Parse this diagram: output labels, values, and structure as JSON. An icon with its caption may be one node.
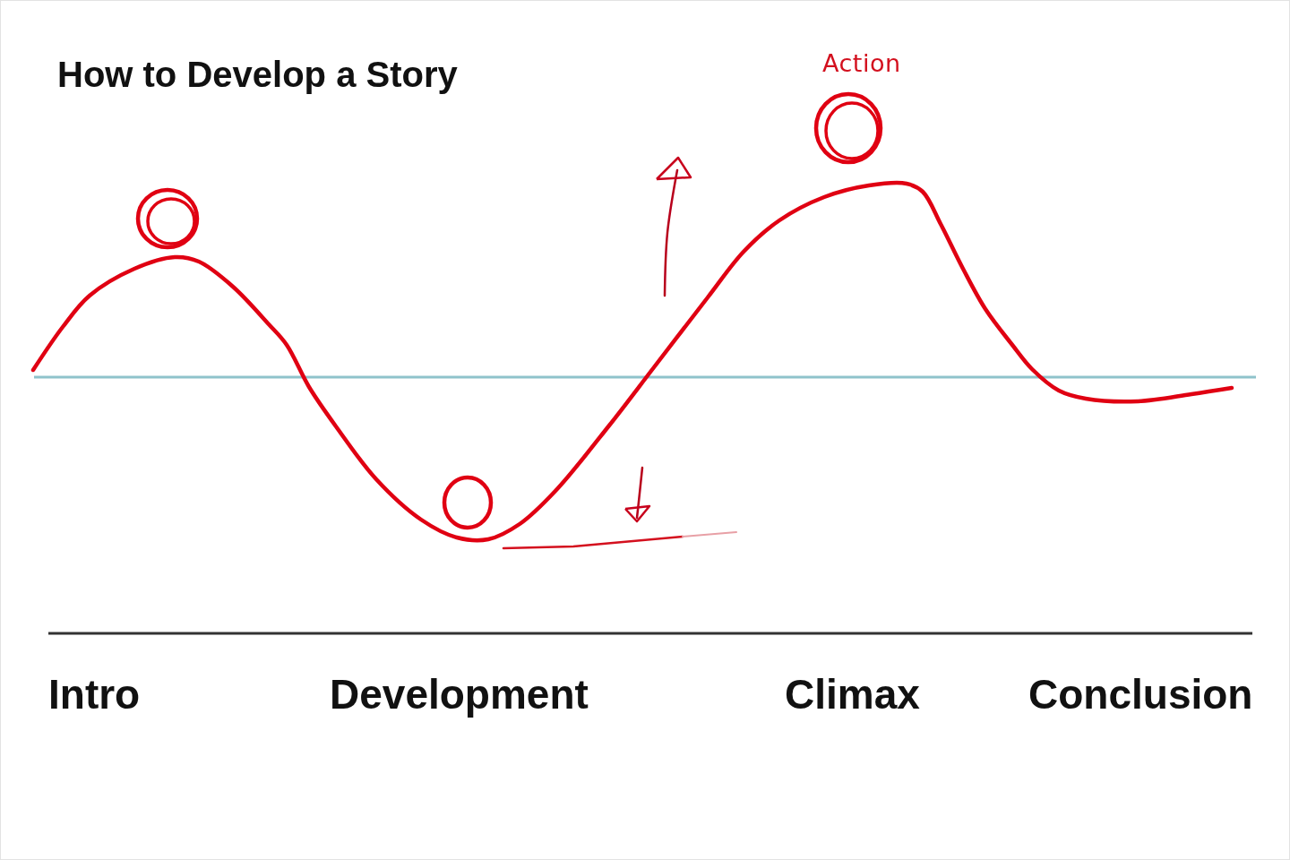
{
  "diagram": {
    "title": "How to Develop a Story",
    "labels": [
      "Action",
      "Intro",
      "Development",
      "Climax",
      "Conclusion"
    ]
  }
}
